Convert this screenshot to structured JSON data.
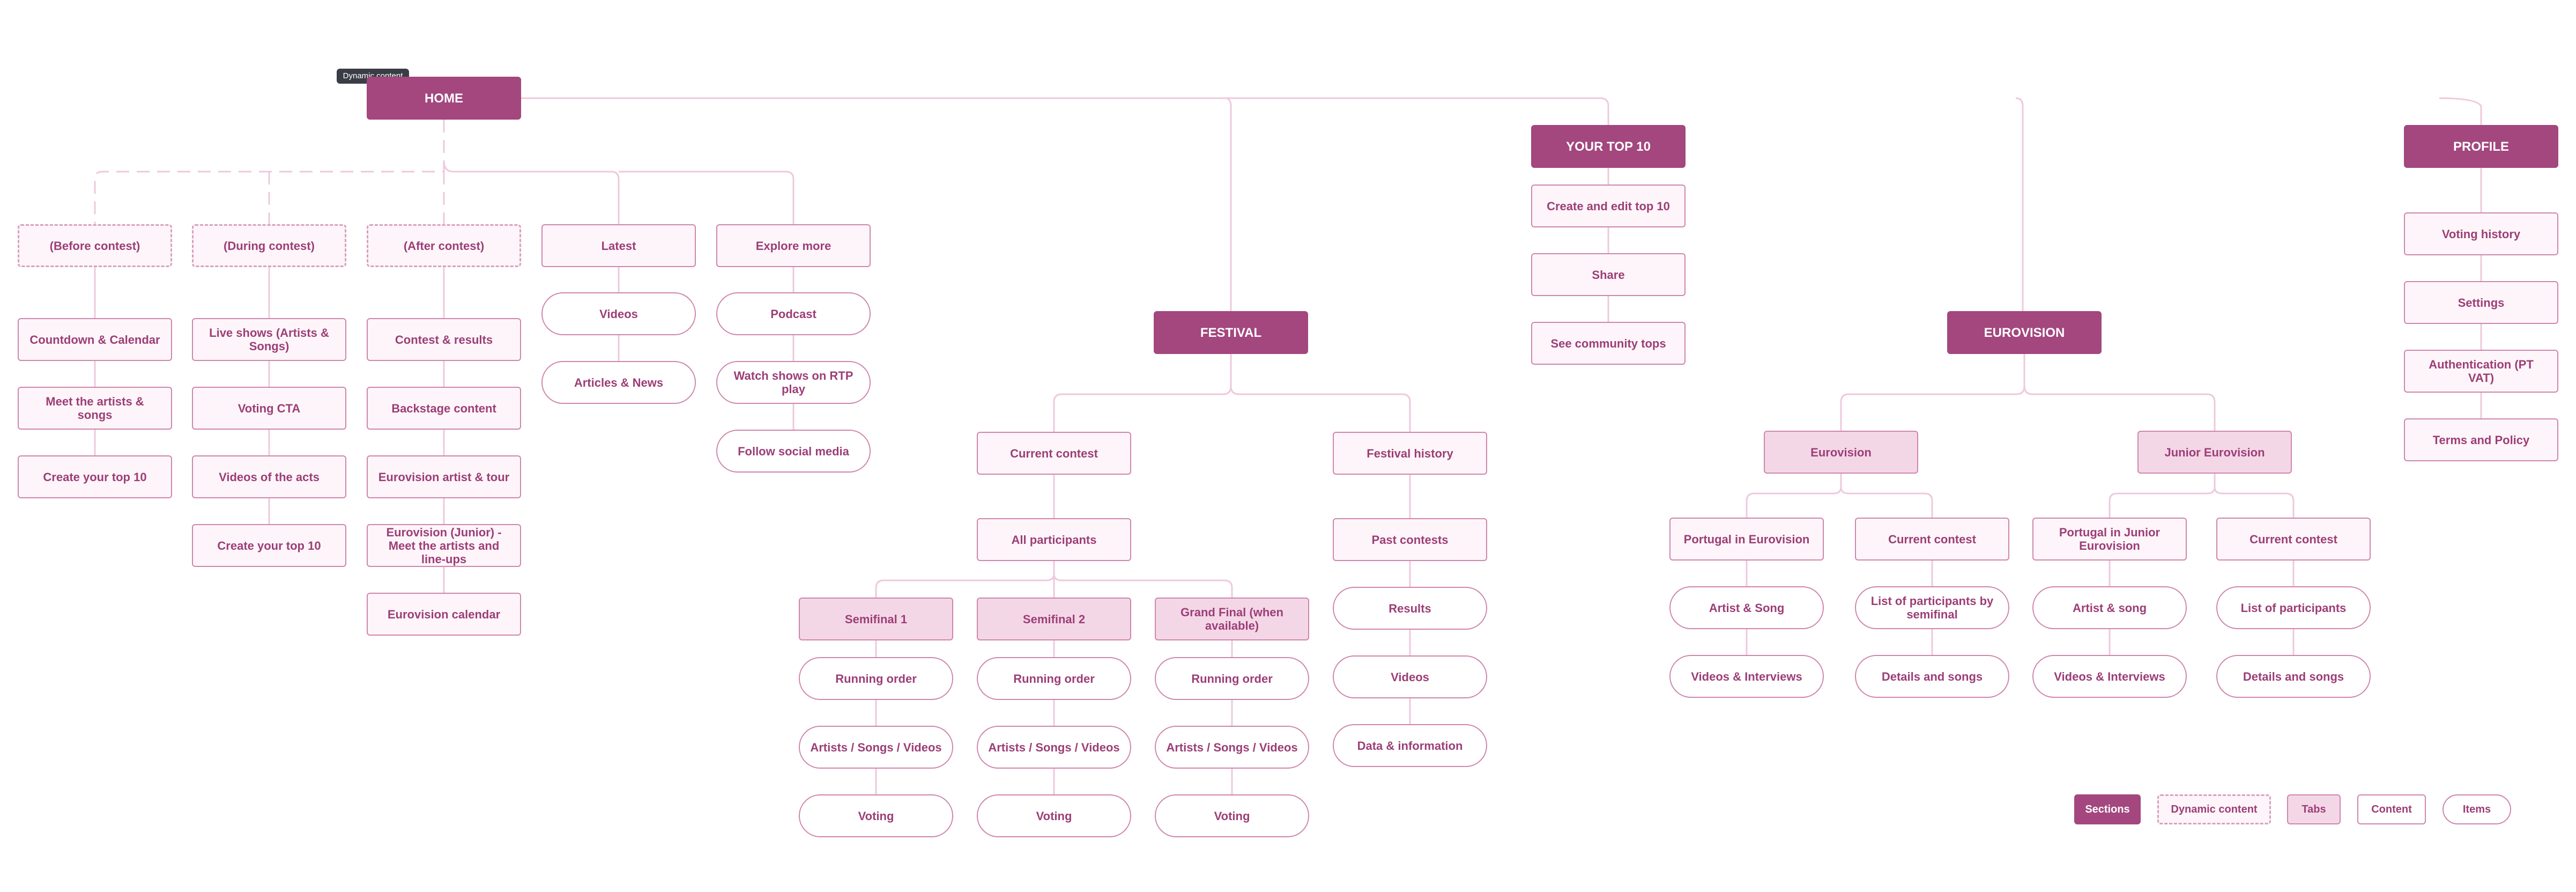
{
  "badge": "Dynamic content",
  "home": {
    "title": "HOME",
    "dynamic": [
      "(Before contest)",
      "(During contest)",
      "(After contest)"
    ],
    "before": [
      "Countdown & Calendar",
      "Meet the artists & songs",
      "Create your top 10"
    ],
    "during": [
      "Live shows (Artists & Songs)",
      "Voting CTA",
      "Videos of the acts",
      "Create your top 10"
    ],
    "after": [
      "Contest & results",
      "Backstage content",
      "Eurovision artist & tour",
      "Eurovision (Junior) - Meet the artists and line-ups",
      "Eurovision calendar"
    ],
    "latest": {
      "title": "Latest",
      "items": [
        "Videos",
        "Articles & News"
      ]
    },
    "explore": {
      "title": "Explore more",
      "items": [
        "Podcast",
        "Watch shows on RTP play",
        "Follow social media"
      ]
    }
  },
  "festival": {
    "title": "FESTIVAL",
    "current": {
      "title": "Current contest",
      "participants": "All participants"
    },
    "shows": [
      {
        "title": "Semifinal 1",
        "items": [
          "Running order",
          "Artists / Songs / Videos",
          "Voting"
        ]
      },
      {
        "title": "Semifinal 2",
        "items": [
          "Running order",
          "Artists / Songs / Videos",
          "Voting"
        ]
      },
      {
        "title": "Grand Final (when available)",
        "items": [
          "Running order",
          "Artists / Songs / Videos",
          "Voting"
        ]
      }
    ],
    "history": {
      "title": "Festival history",
      "items": [
        "Past contests",
        "Results",
        "Videos",
        "Data & information"
      ]
    }
  },
  "yourtop": {
    "title": "YOUR TOP 10",
    "items": [
      "Create and edit top 10",
      "Share",
      "See community tops"
    ]
  },
  "eurovision": {
    "title": "EUROVISION",
    "tabs": [
      {
        "title": "Eurovision",
        "groups": [
          {
            "title": "Portugal in Eurovision",
            "items": [
              "Artist & Song",
              "Videos & Interviews"
            ]
          },
          {
            "title": "Current contest",
            "items": [
              "List of participants by semifinal",
              "Details and songs"
            ]
          }
        ]
      },
      {
        "title": "Junior Eurovision",
        "groups": [
          {
            "title": "Portugal in Junior Eurovision",
            "items": [
              "Artist & song",
              "Videos & Interviews"
            ]
          },
          {
            "title": "Current contest",
            "items": [
              "List of participants",
              "Details and songs"
            ]
          }
        ]
      }
    ]
  },
  "profile": {
    "title": "PROFILE",
    "items": [
      "Voting history",
      "Settings",
      "Authentication (PT VAT)",
      "Terms and Policy"
    ]
  },
  "legend": {
    "sections": "Sections",
    "dynamic": "Dynamic content",
    "tabs": "Tabs",
    "content": "Content",
    "items": "Items"
  },
  "colors": {
    "section": "#a3477e",
    "text": "#9c3e77",
    "border": "#cf86ac",
    "tab": "#f4d7e7",
    "content": "#fdf5f9",
    "connector": "#eec9dc",
    "badge": "#3a3d45"
  }
}
